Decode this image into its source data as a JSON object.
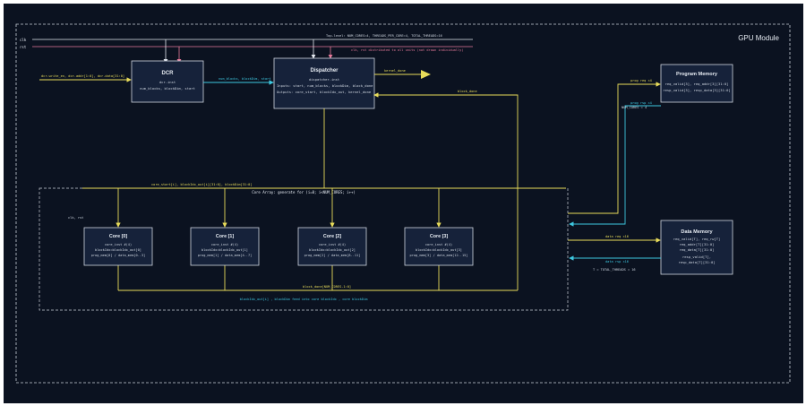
{
  "module": {
    "title": "GPU Module"
  },
  "top_note": "Top-level: NUM_CORES=4, THREADS_PER_CORE=4, TOTAL_THREADS=16",
  "clk_rst_note": "clk, rst distributed to all units (not drawn individually)",
  "inputs": {
    "clk": "clk",
    "rst": "rst"
  },
  "dcr": {
    "title": "DCR",
    "sub": "dcr.inst",
    "ports": "num_blocks, blockDim, start",
    "in_signal": "dcr.write_en, dcr.addr[1:0], dcr.data[31:0]",
    "out_signal": "num_blocks, blockDim, start"
  },
  "dispatcher": {
    "title": "Dispatcher",
    "sub": "dispatcher.inst",
    "inputs": "Inputs: start, num_blocks, blockDim, block_done",
    "outputs": "Outputs: core_start, blockIdx_out, kernel_done",
    "kernel_done": "kernel_done",
    "block_done": "block_done"
  },
  "program_memory": {
    "title": "Program Memory",
    "line1": "req_valid[3], req_addr[3][31:0]",
    "line2": "resp_valid[3], resp_data[3][31:0]",
    "bus_label": "prog req ×4",
    "bus_label2": "prog rsp ×4",
    "num_cores_note": "NUM_CORES = 4"
  },
  "data_memory": {
    "title": "Data Memory",
    "lines": [
      "req_valid[T], req_rw[T]",
      "req_addr[T][31:0]",
      "req_data[T][31:0]",
      "resp_valid[T],",
      "resp_data[T][31:0]"
    ],
    "req_label": "data req ×16",
    "rsp_label": "data rsp ×16",
    "note": "T = TOTAL_THREADS = 16"
  },
  "core_array": {
    "label": "Core Array: generate for (i=0; i<NUM_CORES; i++)",
    "bus_label": "core_start[i], blockIdx_out[i][31:0], blockDim[31:0]",
    "clk_note": "clk, rst",
    "done_label": "block_done[NUM_CORES-1:0]",
    "bottom_note": "blockIdx_out[i] , blockDim feed into core blockIdx , core blockDim"
  },
  "cores": [
    {
      "title": "Core [0]",
      "sub": "core_inst #(4)",
      "l1": "blockIdx=blockIdx_out[0]",
      "l2": "prog_mem[0] / data_mem[0..3]"
    },
    {
      "title": "Core [1]",
      "sub": "core_inst #(4)",
      "l1": "blockIdx=blockIdx_out[1]",
      "l2": "prog_mem[1] / data_mem[4..7]"
    },
    {
      "title": "Core [2]",
      "sub": "core_inst #(4)",
      "l1": "blockIdx=blockIdx_out[2]",
      "l2": "prog_mem[2] / data_mem[8..11]"
    },
    {
      "title": "Core [3]",
      "sub": "core_inst #(4)",
      "l1": "blockIdx=blockIdx_out[3]",
      "l2": "prog_mem[3] / data_mem[12..15]"
    }
  ],
  "colors": {
    "background": "#0b1220",
    "frame": "#c9cfd8",
    "box_fill": "#16223a",
    "box_stroke": "#cfd6e0",
    "text": "#e6ebf2",
    "wire_white": "#e6ebf2",
    "wire_yellow": "#e8dc5a",
    "wire_cyan": "#3ec8e0",
    "wire_pink": "#e67a9a"
  }
}
